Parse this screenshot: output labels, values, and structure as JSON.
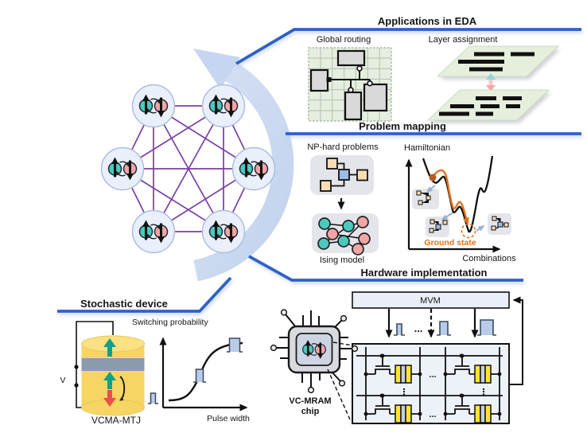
{
  "figure": {
    "description": "Ising machine concept figure with central stochastic spin network"
  },
  "colors": {
    "header_line_blue": "#2e62c6",
    "header_line_shadow": "#b7c8e8",
    "rotation_arc": "#c9d8f0",
    "network_edge_purple": "#7b3fa3",
    "node_fill": "#e9effb",
    "spin_teal": "#49cabe",
    "spin_pink": "#f1a5a5",
    "orange_accent": "#e2711d",
    "mtj_yellow": "#f7d564",
    "mtj_barrier_gray": "#8a9bb0",
    "arrow_green": "#0ea189",
    "arrow_red": "#e8504c",
    "pulse_fill": "#b8cce9",
    "panel_green": "#e6efdc",
    "gray_box": "#e3e5ea",
    "tan_square": "#f8ddb4",
    "blue_square": "#9cbce4",
    "mram_cell_yellow": "#ffe430"
  },
  "sections": {
    "applications": {
      "title": "Applications in EDA",
      "global_routing_label": "Global routing",
      "layer_assignment_label": "Layer assignment"
    },
    "problem_mapping": {
      "title": "Problem mapping",
      "np_hard_label": "NP-hard problems",
      "ising_label": "Ising model",
      "hamiltonian_label": "Hamiltonian",
      "ground_state_label": "Ground state",
      "combinations_label": "Combinations"
    },
    "hardware": {
      "title": "Hardware implementation",
      "mvm_label": "MVM",
      "chip_label_line1": "VC-MRAM",
      "chip_label_line2": "chip",
      "ellipsis_h": "...",
      "ellipsis_v": "⋮"
    },
    "stochastic": {
      "title": "Stochastic device",
      "device_label": "VCMA-MTJ",
      "voltage_label": "V",
      "ylabel": "Switching probability",
      "xlabel": "Pulse width"
    }
  }
}
